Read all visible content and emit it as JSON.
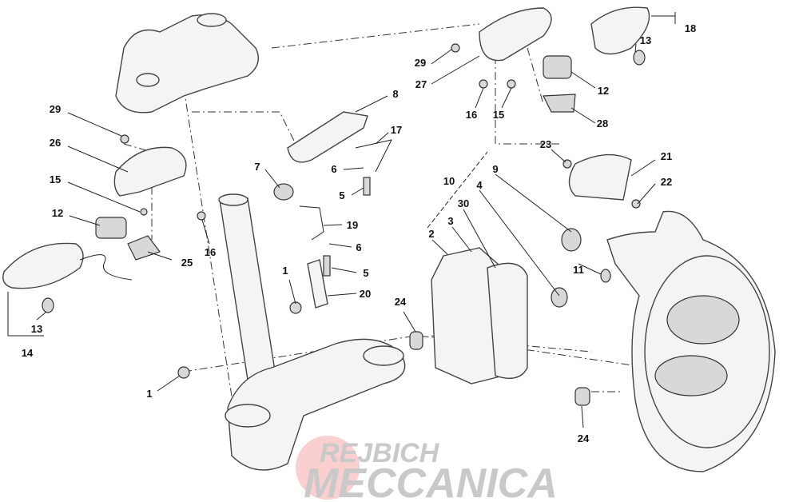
{
  "diagram": {
    "watermark": {
      "line1": "REJBICH",
      "line2": "MECCANICA",
      "color": "#f08a8a"
    },
    "labels": [
      "29",
      "26",
      "15",
      "12",
      "13",
      "14",
      "25",
      "16",
      "7",
      "8",
      "17",
      "6",
      "5",
      "19",
      "6",
      "5",
      "20",
      "1",
      "1",
      "29",
      "27",
      "16",
      "15",
      "12",
      "13",
      "18",
      "28",
      "23",
      "21",
      "22",
      "10",
      "9",
      "4",
      "30",
      "3",
      "2",
      "11",
      "24",
      "24"
    ]
  }
}
